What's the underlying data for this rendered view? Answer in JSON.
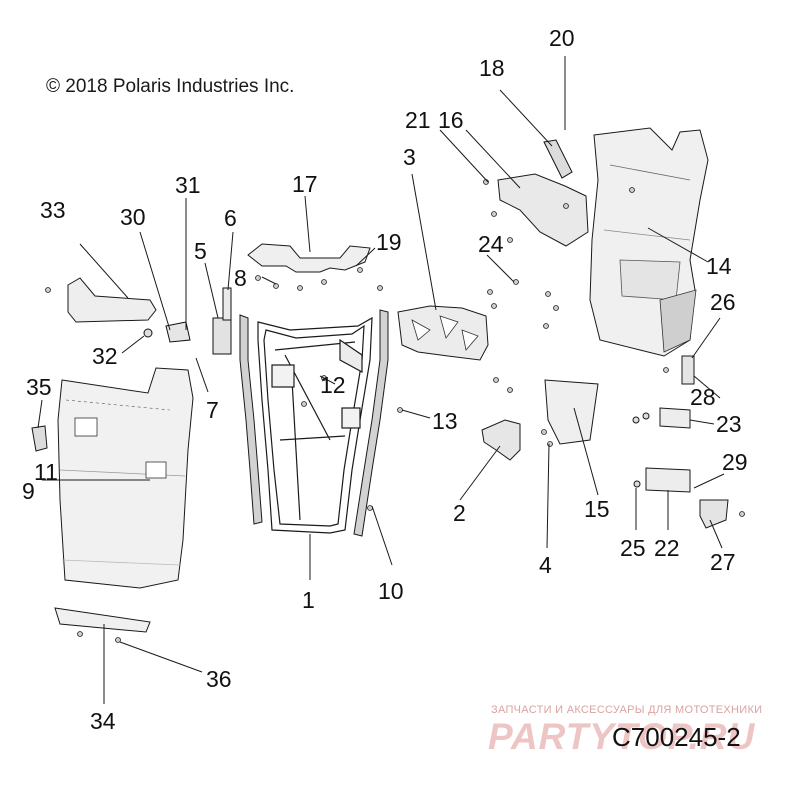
{
  "copyright": "© 2018 Polaris Industries Inc.",
  "diagram_code": "C700245-2",
  "watermark": {
    "tagline": "ЗАПЧАСТИ И АКСЕССУАРЫ ДЛЯ МОТОТЕХНИКИ",
    "logo": "PARTYTOP.RU",
    "color": "#e8b4b4"
  },
  "callouts": [
    "1",
    "2",
    "3",
    "4",
    "5",
    "6",
    "7",
    "8",
    "9",
    "10",
    "11",
    "12",
    "13",
    "14",
    "15",
    "16",
    "17",
    "18",
    "19",
    "20",
    "21",
    "22",
    "23",
    "24",
    "25",
    "26",
    "27",
    "28",
    "29",
    "30",
    "31",
    "32",
    "33",
    "34",
    "35",
    "36"
  ],
  "colors": {
    "line": "#1a1a1a",
    "part_fill": "#f2f2f2",
    "part_shade": "#d6d6d6"
  }
}
